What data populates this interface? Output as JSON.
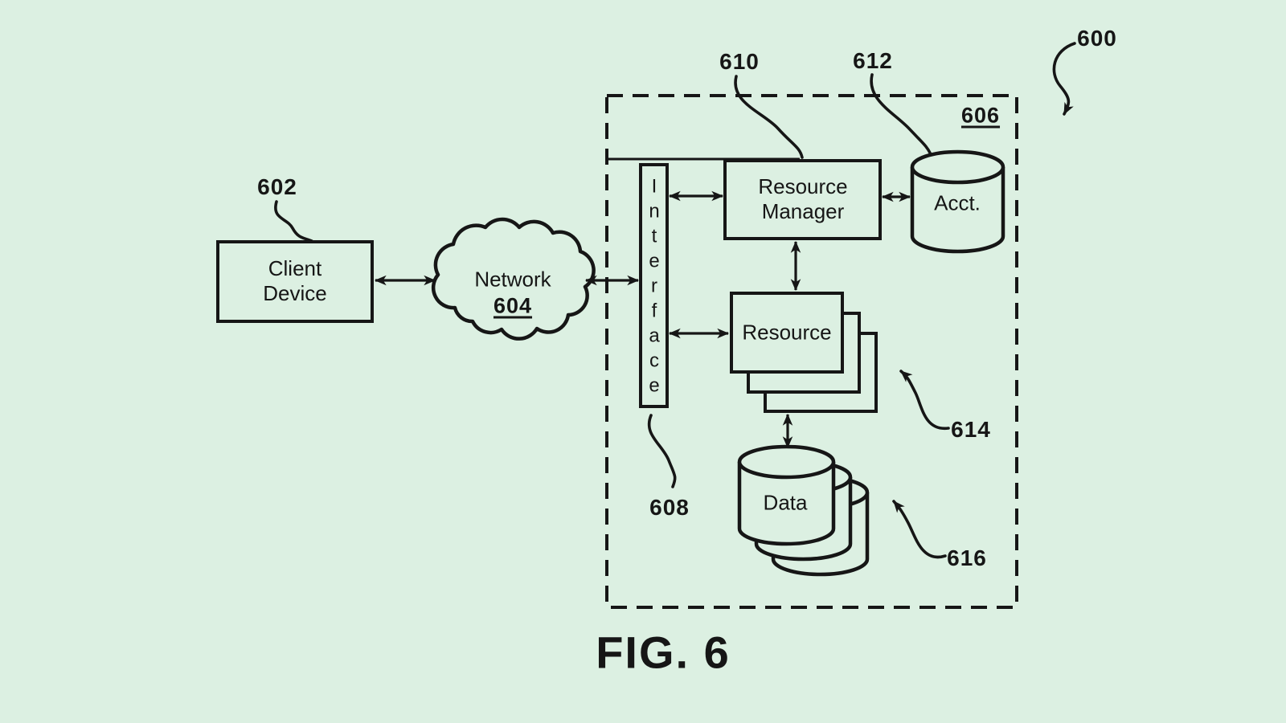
{
  "colors": {
    "background": "#dcf0e2",
    "ink": "#161616"
  },
  "caption": "FIG. 6",
  "diagram": {
    "ref": "600"
  },
  "boundary": {
    "ref": "606"
  },
  "client_device": {
    "line1": "Client",
    "line2": "Device",
    "ref": "602"
  },
  "network": {
    "label": "Network",
    "ref": "604"
  },
  "interface": {
    "label": "Interface",
    "ref": "608"
  },
  "resource_manager": {
    "line1": "Resource",
    "line2": "Manager",
    "ref": "610"
  },
  "acct": {
    "label": "Acct.",
    "ref": "612"
  },
  "resource": {
    "label": "Resource",
    "ref": "614"
  },
  "data_store": {
    "label": "Data",
    "ref": "616"
  }
}
